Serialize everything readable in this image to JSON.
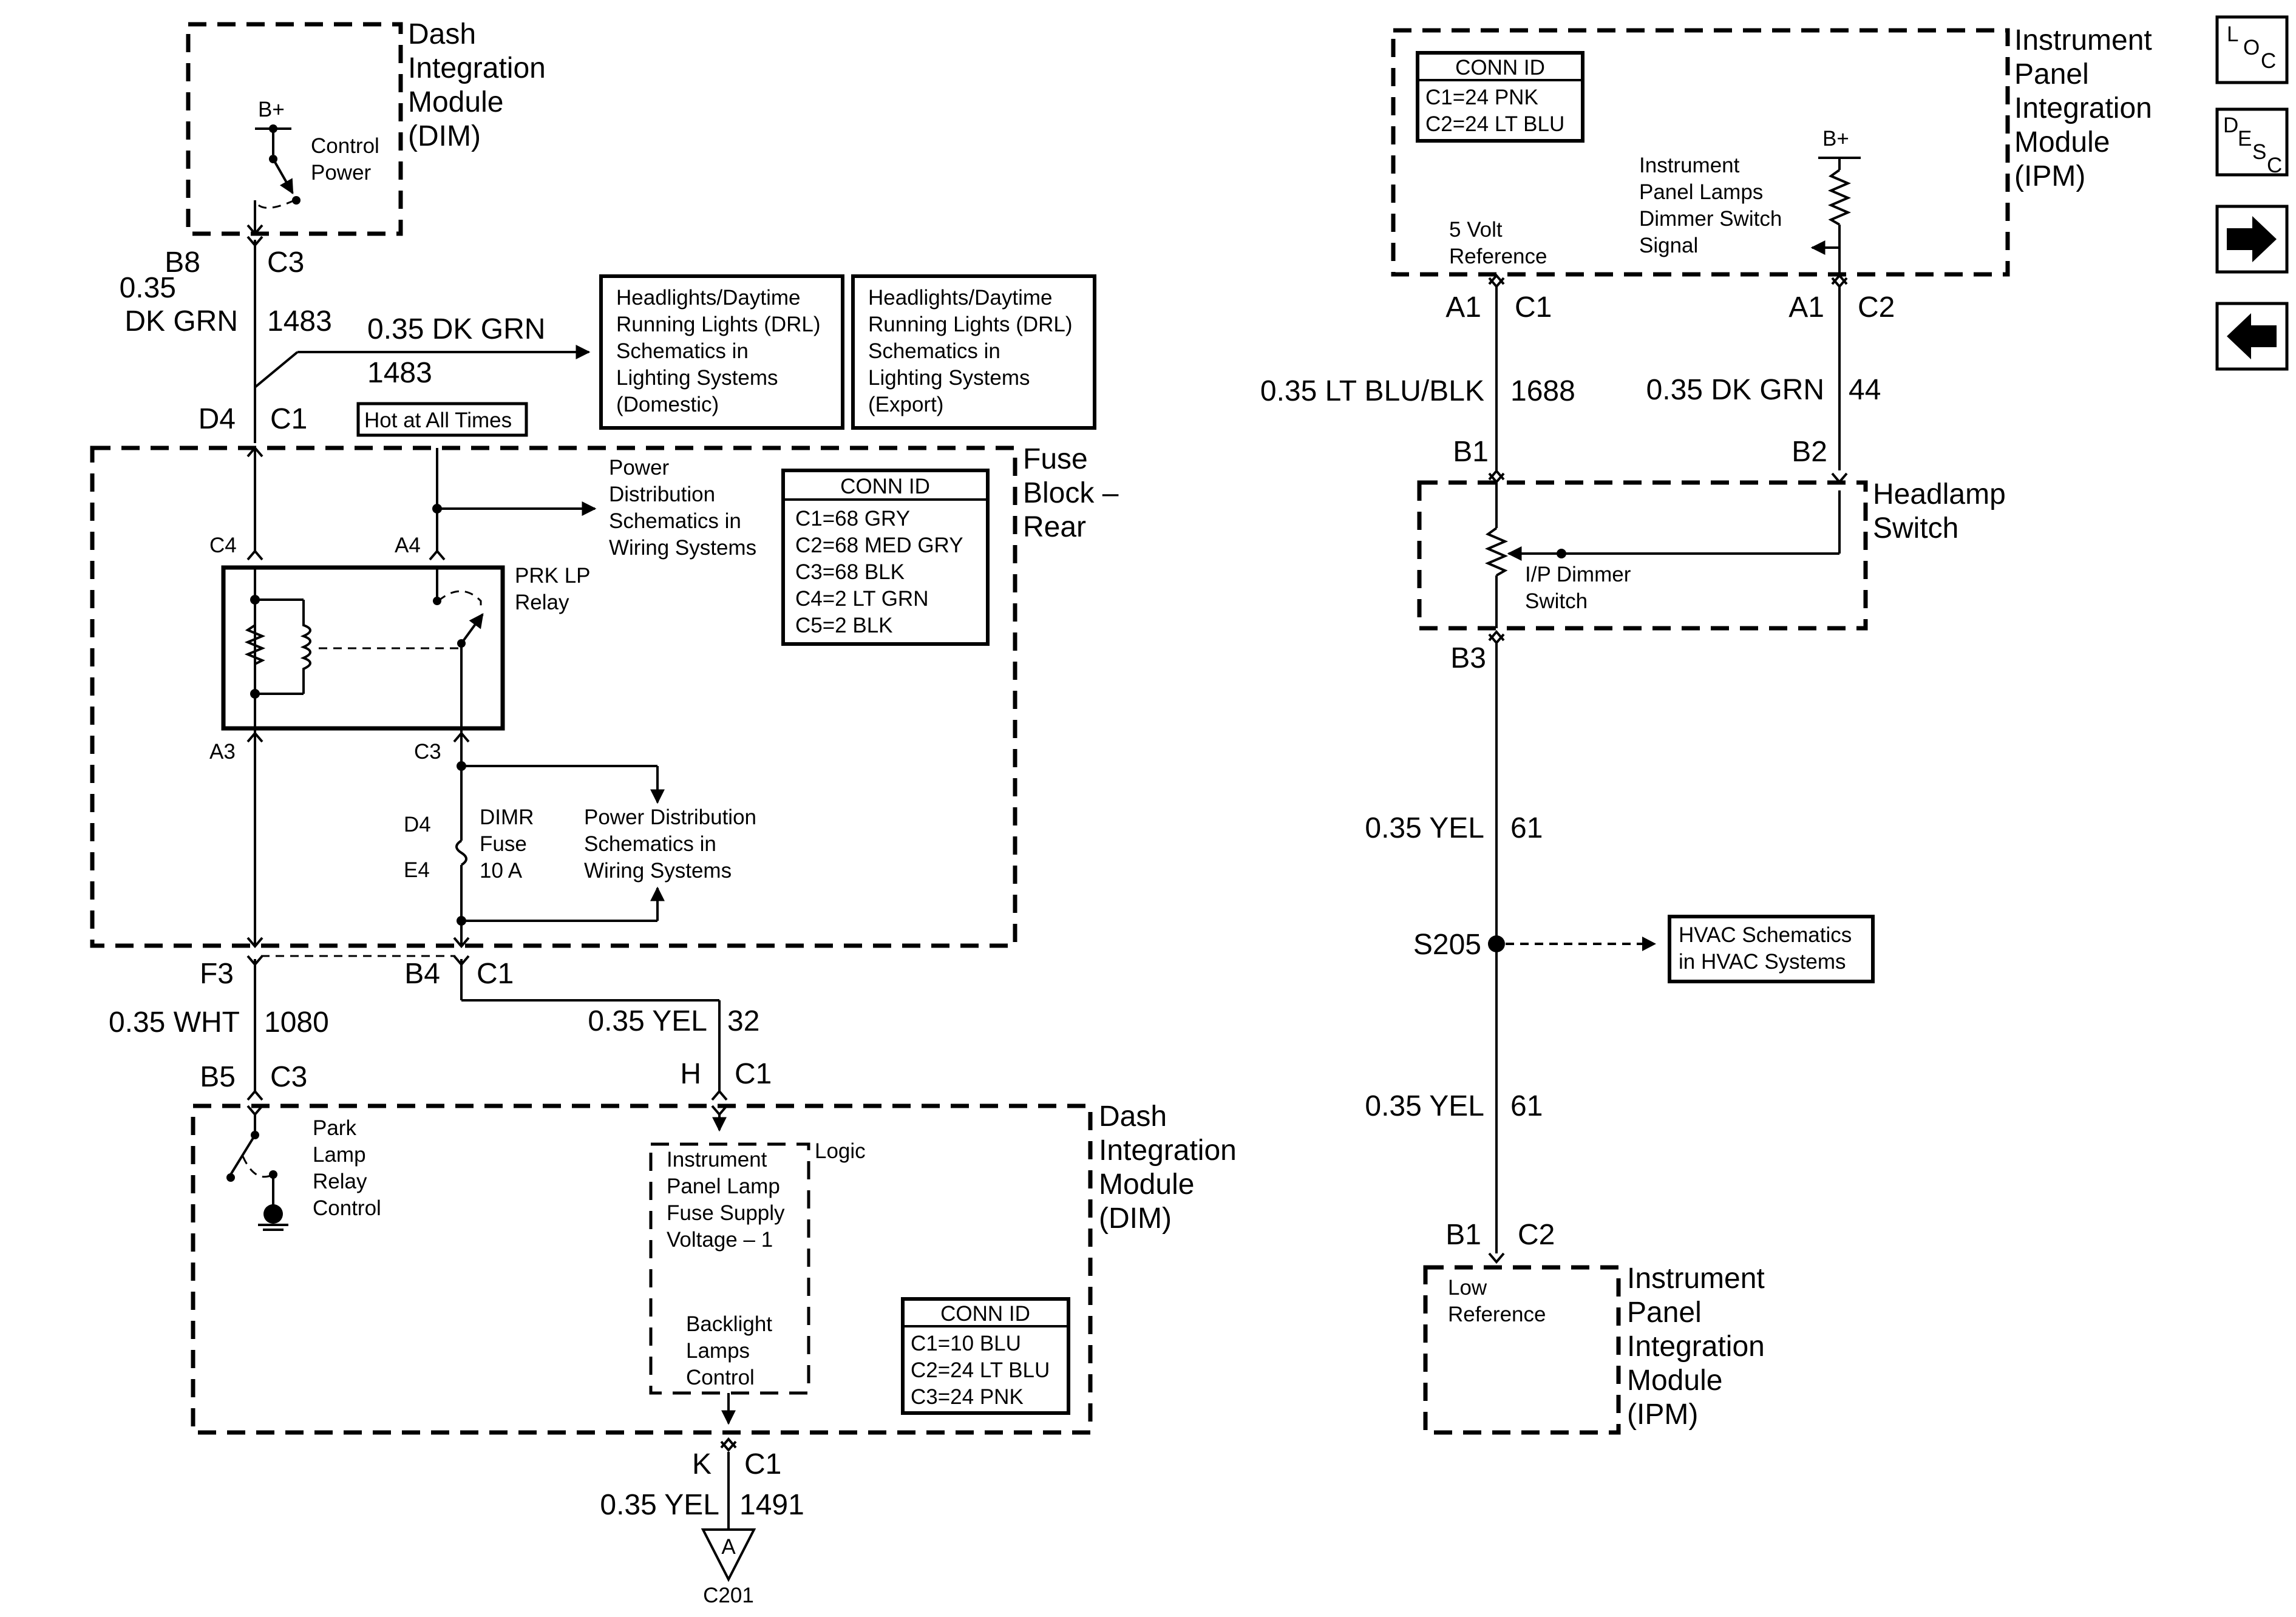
{
  "left": {
    "dim_top": {
      "title_lines": [
        "Dash",
        "Integration",
        "Module",
        "(DIM)"
      ],
      "switch_supply": "B+",
      "switch_label_lines": [
        "Control",
        "Power"
      ]
    },
    "wire_1483_top": {
      "pin": "B8",
      "conn": "C3",
      "gauge": "0.35",
      "color": "DK GRN",
      "circuit": "1483"
    },
    "wire_1483_branch": {
      "gauge_color": "0.35 DK GRN",
      "circuit": "1483"
    },
    "ref_drl_domestic": [
      "Headlights/Daytime",
      "Running Lights (DRL)",
      "Schematics in",
      "Lighting Systems",
      "(Domestic)"
    ],
    "ref_drl_export": [
      "Headlights/Daytime",
      "Running Lights (DRL)",
      "Schematics in",
      "Lighting Systems",
      "(Export)"
    ],
    "fuse_in_pin": "D4",
    "fuse_in_conn": "C1",
    "hot_label": "Hot at All Times",
    "fuse_block": {
      "title_lines": [
        "Fuse",
        "Block –",
        "Rear"
      ],
      "pin_c4": "C4",
      "pin_a4": "A4",
      "pin_a3": "A3",
      "pin_c3": "C3",
      "pd_ref_top": [
        "Power",
        "Distribution",
        "Schematics in",
        "Wiring Systems"
      ],
      "relay_label": [
        "PRK LP",
        "Relay"
      ],
      "fuse_pin_top": "D4",
      "fuse_pin_bottom": "E4",
      "fuse_label": [
        "DIMR",
        "Fuse",
        "10 A"
      ],
      "pd_ref_bottom": [
        "Power Distribution",
        "Schematics in",
        "Wiring Systems"
      ],
      "conn_id": {
        "title": "CONN ID",
        "rows": [
          "C1=68 GRY",
          "C2=68 MED GRY",
          "C3=68 BLK",
          "C4=2 LT GRN",
          "C5=2 BLK"
        ]
      }
    },
    "wire_1080": {
      "pin_out": "F3",
      "pin_in": "B5",
      "conn_in": "C3",
      "gauge_color": "0.35 WHT",
      "circuit": "1080"
    },
    "wire_32": {
      "pin_out": "B4",
      "conn_out": "C1",
      "pin_in": "H",
      "conn_in": "C1",
      "gauge_color": "0.35 YEL",
      "circuit": "32"
    },
    "dim_bottom": {
      "title_lines": [
        "Dash",
        "Integration",
        "Module",
        "(DIM)"
      ],
      "park_label": [
        "Park",
        "Lamp",
        "Relay",
        "Control"
      ],
      "logic_label": "Logic",
      "logic_lines_1": [
        "Instrument",
        "Panel Lamp",
        "Fuse Supply",
        "Voltage – 1"
      ],
      "logic_lines_2": [
        "Backlight",
        "Lamps",
        "Control"
      ],
      "conn_id": {
        "title": "CONN ID",
        "rows": [
          "C1=10 BLU",
          "C2=24 LT BLU",
          "C3=24 PNK"
        ]
      }
    },
    "wire_1491": {
      "pin": "K",
      "conn": "C1",
      "gauge_color": "0.35 YEL",
      "circuit": "1491",
      "offpage_letter": "A",
      "offpage_conn": "C201"
    }
  },
  "right": {
    "ipm_top": {
      "title_lines": [
        "Instrument",
        "Panel",
        "Integration",
        "Module",
        "(IPM)"
      ],
      "conn_id": {
        "title": "CONN ID",
        "rows": [
          "C1=24 PNK",
          "C2=24 LT BLU"
        ]
      },
      "supply": "B+",
      "dimmer_signal_lines": [
        "Instrument",
        "Panel Lamps",
        "Dimmer Switch",
        "Signal"
      ],
      "ref_lines": [
        "5 Volt",
        "Reference"
      ]
    },
    "wire_1688": {
      "pin": "A1",
      "conn": "C1",
      "gauge_color": "0.35 LT BLU/BLK",
      "circuit": "1688",
      "pin_in": "B1"
    },
    "wire_44": {
      "pin": "A1",
      "conn": "C2",
      "gauge_color": "0.35 DK GRN",
      "circuit": "44",
      "pin_in": "B2"
    },
    "headlamp_switch": {
      "title_lines": [
        "Headlamp",
        "Switch"
      ],
      "dimmer_lines": [
        "I/P Dimmer",
        "Switch"
      ],
      "pin_out": "B3"
    },
    "wire_61_upper": {
      "gauge_color": "0.35 YEL",
      "circuit": "61"
    },
    "splice": {
      "label": "S205",
      "ref_lines": [
        "HVAC Schematics",
        "in HVAC Systems"
      ]
    },
    "wire_61_lower": {
      "gauge_color": "0.35 YEL",
      "circuit": "61",
      "pin_in": "B1",
      "conn_in": "C2"
    },
    "ipm_bottom": {
      "title_lines": [
        "Instrument",
        "Panel",
        "Integration",
        "Module",
        "(IPM)"
      ],
      "ref_lines": [
        "Low",
        "Reference"
      ]
    }
  },
  "nav": {
    "loc_letters": [
      "L",
      "O",
      "C"
    ],
    "desc_letters": [
      "D",
      "E",
      "S",
      "C"
    ],
    "next_icon": "arrow-right-icon",
    "prev_icon": "arrow-left-icon"
  }
}
